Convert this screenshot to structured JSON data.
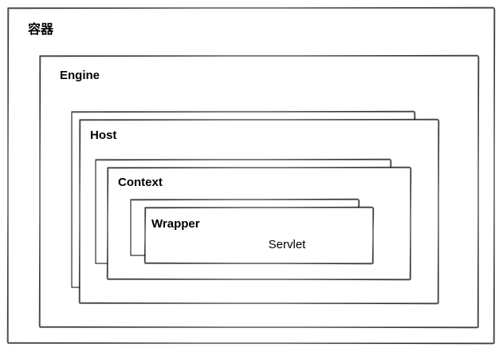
{
  "diagram": {
    "container_label": "容器",
    "engine_label": "Engine",
    "host_label": "Host",
    "context_label": "Context",
    "wrapper_label": "Wrapper",
    "servlet_label": "Servlet"
  },
  "colors": {
    "stroke": "#000000",
    "fill": "#ffffff"
  }
}
